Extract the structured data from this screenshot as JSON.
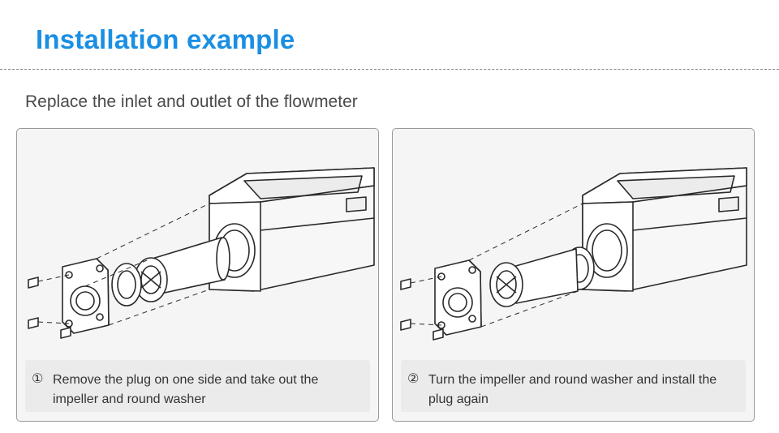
{
  "header": {
    "title": "Installation example",
    "subtitle": "Replace the inlet and outlet of the flowmeter"
  },
  "steps": [
    {
      "number": "①",
      "text": "Remove the plug on one side and take out the impeller and round washer"
    },
    {
      "number": "②",
      "text": "Turn the impeller and round washer and install the plug again"
    }
  ],
  "colors": {
    "accent": "#1a8fe3",
    "panel_border": "#9a9a9a",
    "caption_bg": "#ebebeb"
  }
}
